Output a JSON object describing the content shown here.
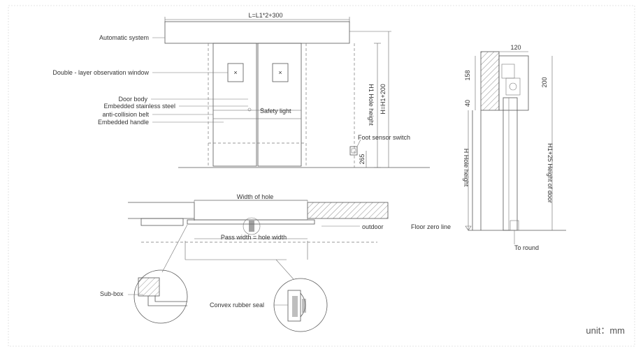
{
  "elevation": {
    "total_width_formula": "L=L1*2+300",
    "overall_height_formula": "H=H1+200",
    "hole_height": "H1 Hole height",
    "sensor_height": "265",
    "labels": {
      "automatic_system": "Automatic system",
      "observation_window": "Double - layer observation window",
      "door_body": "Door body",
      "stainless_steel": "Embedded stainless steel",
      "anti_collision": "anti-collision belt",
      "handle": "Embedded handle",
      "safety_light": "Safety light",
      "foot_sensor": "Foot sensor switch"
    }
  },
  "plan": {
    "width_of_hole": "Width of hole",
    "pass_width": "Pass width = hole width",
    "outdoor": "outdoor",
    "sub_box": "Sub-box",
    "rubber_seal": "Convex rubber seal"
  },
  "section": {
    "depth_top": "120",
    "dim_158": "158",
    "dim_40": "40",
    "dim_200": "200",
    "hole_height": "H Hole height",
    "door_height": "H1+25 Height of door",
    "floor_zero": "Floor zero line",
    "to_round": "To round"
  },
  "unit_label": "unit：mm",
  "colors": {
    "line": "#555555",
    "text": "#333333",
    "hatch": "#777777"
  }
}
